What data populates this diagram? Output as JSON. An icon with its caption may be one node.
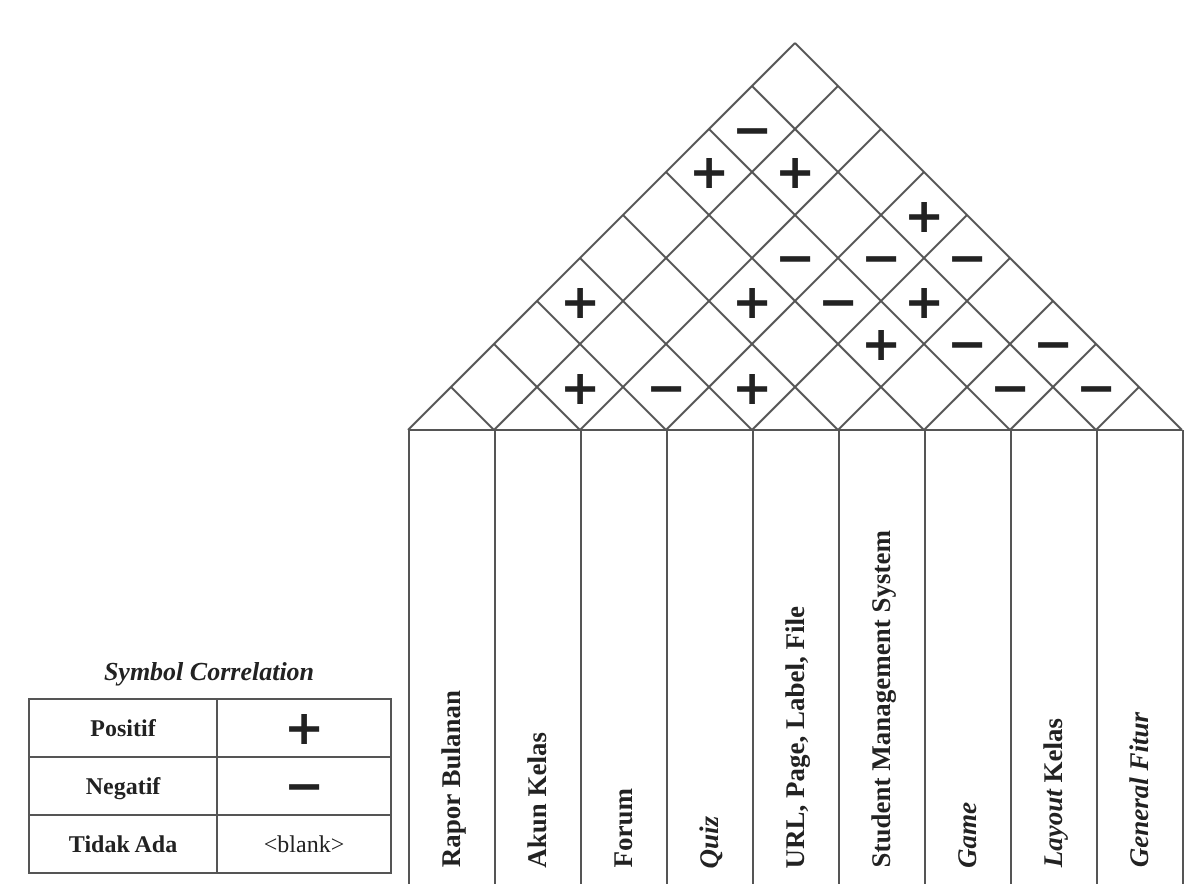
{
  "diagram": {
    "nodes": [
      {
        "text": [
          "Rapor Bulanan"
        ]
      },
      {
        "text": [
          "Akun Kelas"
        ]
      },
      {
        "text": [
          "Forum"
        ]
      },
      {
        "text": [
          "Quiz"
        ]
      },
      {
        "text": [
          "URL, Page, Label, File"
        ]
      },
      {
        "text": [
          "Student Management System"
        ]
      },
      {
        "text": [
          "Game"
        ]
      },
      {
        "text": [
          "*Layout* Kelas"
        ]
      },
      {
        "text": [
          "General Fitur"
        ]
      }
    ],
    "labels": [
      "−",
      "+",
      "+",
      "+",
      "−",
      "−",
      "−",
      "+",
      "+",
      "−",
      "+",
      "+",
      "−",
      "−",
      "+",
      "−",
      "+",
      "−",
      "−",
      "Symbol Correlation",
      "Positif",
      "+",
      "Negatif",
      "−",
      "Tidak Ada",
      "<blank>"
    ]
  }
}
